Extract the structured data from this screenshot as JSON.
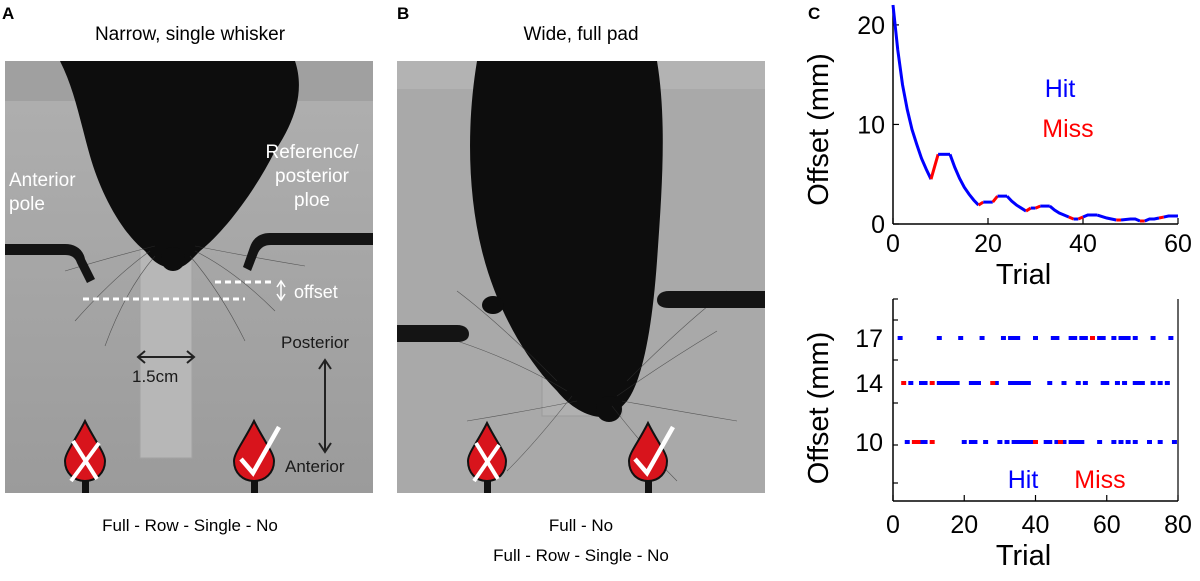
{
  "panel_a": {
    "letter": "A",
    "title": "Narrow, single whisker",
    "labels": {
      "anterior_pole": "Anterior\npole",
      "reference_pole": "Reference/\nposterior\nploe",
      "offset": "offset",
      "width": "1.5cm",
      "posterior": "Posterior",
      "anterior": "Anterior"
    },
    "caption": "Full - Row - Single - No"
  },
  "panel_b": {
    "letter": "B",
    "title": "Wide, full pad",
    "caption_line1": "Full - No",
    "caption_line2": "Full - Row - Single - No"
  },
  "colors": {
    "hit": "#0000ff",
    "miss": "#ff0000",
    "drop": "#d8141c"
  },
  "chart_data": [
    {
      "type": "line",
      "panel": "C",
      "xlabel": "Trial",
      "ylabel": "Offset (mm)",
      "xlim": [
        0,
        60
      ],
      "ylim": [
        0,
        22
      ],
      "xticks": [
        0,
        20,
        40,
        60
      ],
      "yticks": [
        0,
        10,
        20
      ],
      "legend": [
        "Hit",
        "Miss"
      ],
      "legend_position": "top-right",
      "curve_x": [
        0,
        1,
        2,
        3,
        4,
        5,
        6,
        7,
        8
      ],
      "curve_y": [
        22,
        17.5,
        14,
        11.5,
        9.5,
        8,
        6.6,
        5.5,
        4.5
      ],
      "segments": [
        {
          "x": [
            8,
            9.5
          ],
          "y": [
            4.5,
            7
          ],
          "type": "miss"
        },
        {
          "x": [
            9.5,
            10,
            12
          ],
          "y": [
            7,
            7,
            7
          ],
          "type": "hit"
        },
        {
          "x": [
            12,
            13,
            14,
            15,
            16,
            17,
            18
          ],
          "y": [
            7,
            5.7,
            4.6,
            3.7,
            3,
            2.4,
            1.9
          ],
          "type": "hit"
        },
        {
          "x": [
            18,
            19
          ],
          "y": [
            1.9,
            2.2
          ],
          "type": "miss"
        },
        {
          "x": [
            19,
            20,
            21
          ],
          "y": [
            2.2,
            2.2,
            2.2
          ],
          "type": "hit"
        },
        {
          "x": [
            21,
            22
          ],
          "y": [
            2.2,
            2.8
          ],
          "type": "miss"
        },
        {
          "x": [
            22,
            24
          ],
          "y": [
            2.8,
            2.8
          ],
          "type": "hit"
        },
        {
          "x": [
            24,
            25,
            26,
            27,
            28
          ],
          "y": [
            2.8,
            2.3,
            1.9,
            1.6,
            1.3
          ],
          "type": "hit"
        },
        {
          "x": [
            28,
            29
          ],
          "y": [
            1.3,
            1.6
          ],
          "type": "miss"
        },
        {
          "x": [
            29,
            30
          ],
          "y": [
            1.6,
            1.6
          ],
          "type": "hit"
        },
        {
          "x": [
            30,
            31
          ],
          "y": [
            1.6,
            1.8
          ],
          "type": "miss"
        },
        {
          "x": [
            31,
            33
          ],
          "y": [
            1.8,
            1.8
          ],
          "type": "hit"
        },
        {
          "x": [
            33,
            34,
            35,
            36,
            37
          ],
          "y": [
            1.8,
            1.4,
            1.1,
            0.9,
            0.7
          ],
          "type": "hit"
        },
        {
          "x": [
            37,
            38
          ],
          "y": [
            0.7,
            0.5
          ],
          "type": "miss"
        },
        {
          "x": [
            38,
            39
          ],
          "y": [
            0.5,
            0.5
          ],
          "type": "hit"
        },
        {
          "x": [
            39,
            40
          ],
          "y": [
            0.5,
            0.7
          ],
          "type": "miss"
        },
        {
          "x": [
            40,
            41,
            43
          ],
          "y": [
            0.7,
            0.9,
            0.9
          ],
          "type": "hit"
        },
        {
          "x": [
            43,
            44,
            45,
            46,
            47
          ],
          "y": [
            0.9,
            0.75,
            0.6,
            0.5,
            0.4
          ],
          "type": "hit"
        },
        {
          "x": [
            47,
            48
          ],
          "y": [
            0.4,
            0.4
          ],
          "type": "miss"
        },
        {
          "x": [
            48,
            50,
            51,
            52
          ],
          "y": [
            0.4,
            0.5,
            0.5,
            0.3
          ],
          "type": "hit"
        },
        {
          "x": [
            52,
            53
          ],
          "y": [
            0.3,
            0.3
          ],
          "type": "miss"
        },
        {
          "x": [
            53,
            54,
            55,
            56
          ],
          "y": [
            0.3,
            0.5,
            0.5,
            0.6
          ],
          "type": "hit"
        },
        {
          "x": [
            56,
            57
          ],
          "y": [
            0.6,
            0.7
          ],
          "type": "miss"
        },
        {
          "x": [
            57,
            58,
            60
          ],
          "y": [
            0.7,
            0.8,
            0.8
          ],
          "type": "hit"
        }
      ]
    },
    {
      "type": "scatter",
      "xlabel": "Trial",
      "ylabel": "Offset (mm)",
      "xlim": [
        0,
        80
      ],
      "xticks": [
        0,
        20,
        40,
        60,
        80
      ],
      "ycategories": [
        10,
        14,
        17
      ],
      "legend": [
        "Hit",
        "Miss"
      ],
      "legend_position": "bottom",
      "rows": [
        {
          "y": 17,
          "hit": [
            2,
            13,
            19,
            25,
            31,
            33,
            34,
            35,
            40,
            45,
            46,
            50,
            51,
            53,
            54,
            58,
            59,
            62,
            64,
            65,
            66,
            68,
            73,
            78
          ],
          "miss": [
            56
          ]
        },
        {
          "y": 14,
          "hit": [
            5,
            8,
            9,
            13,
            14,
            15,
            16,
            17,
            18,
            22,
            23,
            24,
            29,
            33,
            34,
            35,
            36,
            37,
            38,
            44,
            48,
            52,
            54,
            59,
            60,
            63,
            65,
            68,
            69,
            70,
            73,
            75,
            77
          ],
          "miss": [
            3,
            11,
            28
          ]
        },
        {
          "y": 10,
          "hit": [
            4,
            8,
            9,
            20,
            22,
            23,
            26,
            30,
            32,
            34,
            35,
            36,
            37,
            38,
            39,
            43,
            44,
            46,
            48,
            50,
            51,
            52,
            53,
            58,
            62,
            64,
            66,
            68,
            72,
            75,
            79
          ],
          "miss": [
            6,
            7,
            11,
            40,
            47
          ]
        }
      ]
    }
  ]
}
